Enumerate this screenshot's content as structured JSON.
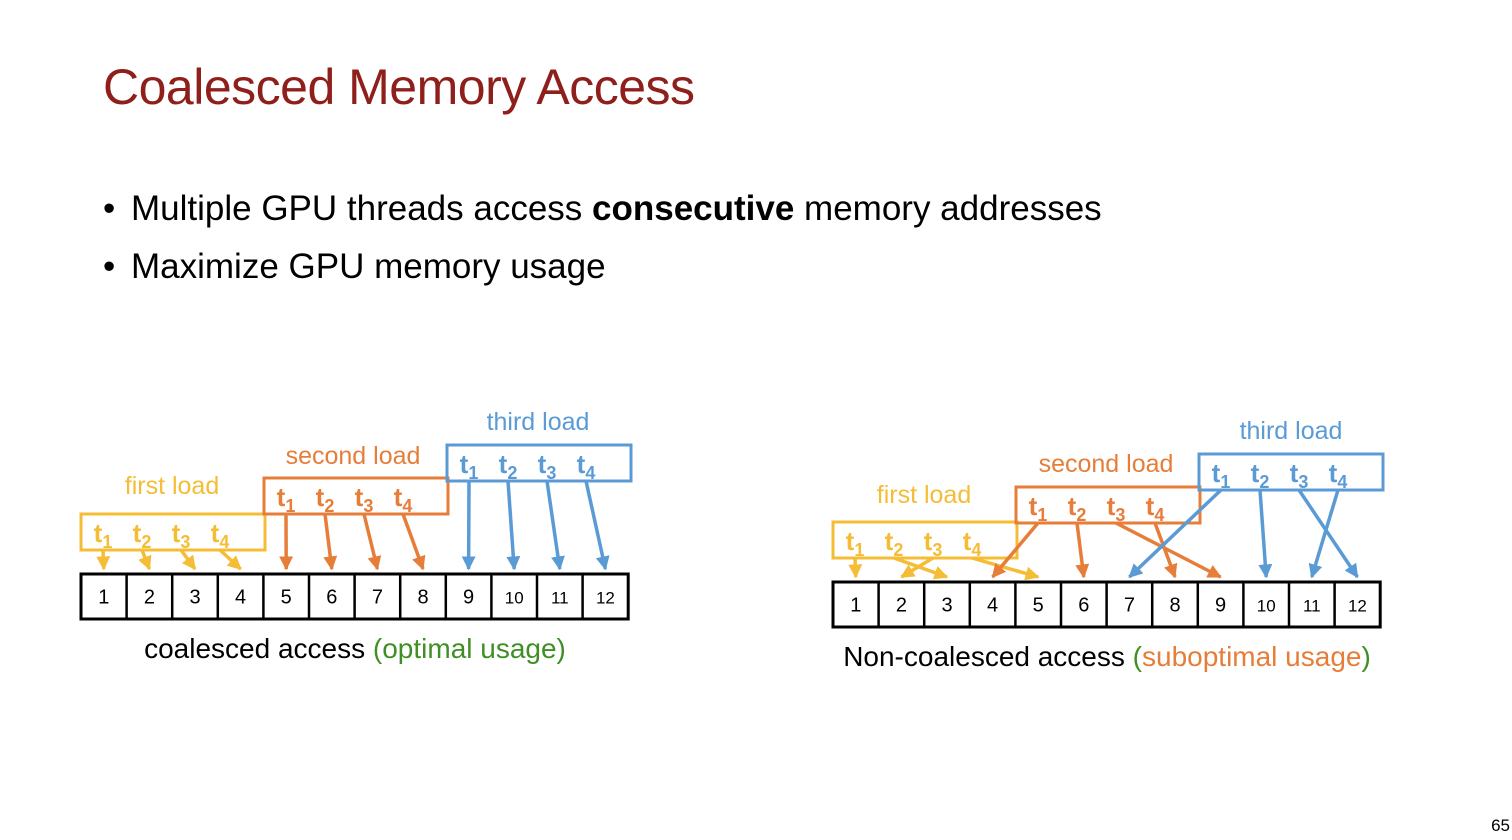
{
  "title": "Coalesced Memory Access",
  "bullets": [
    {
      "parts": [
        {
          "text": "Multiple GPU threads access ",
          "bold": false
        },
        {
          "text": "consecutive",
          "bold": true
        },
        {
          "text": " memory addresses",
          "bold": false
        }
      ]
    },
    {
      "parts": [
        {
          "text": "Maximize GPU memory usage",
          "bold": false
        }
      ]
    }
  ],
  "colors": {
    "title": "#8e1f1b",
    "first": "#f5bd35",
    "second": "#e67e3a",
    "third": "#5b9bd5",
    "green": "#3f8f25"
  },
  "threads": [
    "t1",
    "t2",
    "t3",
    "t4"
  ],
  "loads": [
    "first load",
    "second load",
    "third load"
  ],
  "cells": [
    "1",
    "2",
    "3",
    "4",
    "5",
    "6",
    "7",
    "8",
    "9",
    "10",
    "11",
    "12"
  ],
  "left_diagram": {
    "caption_main": "coalesced access ",
    "caption_colored": "(optimal usage)",
    "mapping": [
      [
        1,
        2,
        3,
        4
      ],
      [
        5,
        6,
        7,
        8
      ],
      [
        9,
        10,
        11,
        12
      ]
    ]
  },
  "right_diagram": {
    "caption_main": "Non-coalesced access ",
    "caption_paren_open": "(",
    "caption_colored": "suboptimal usage",
    "caption_paren_close": ")",
    "mapping": [
      [
        1,
        3,
        2,
        5
      ],
      [
        4,
        6,
        9,
        8
      ],
      [
        7,
        10,
        12,
        11
      ]
    ]
  },
  "page_number": "65"
}
